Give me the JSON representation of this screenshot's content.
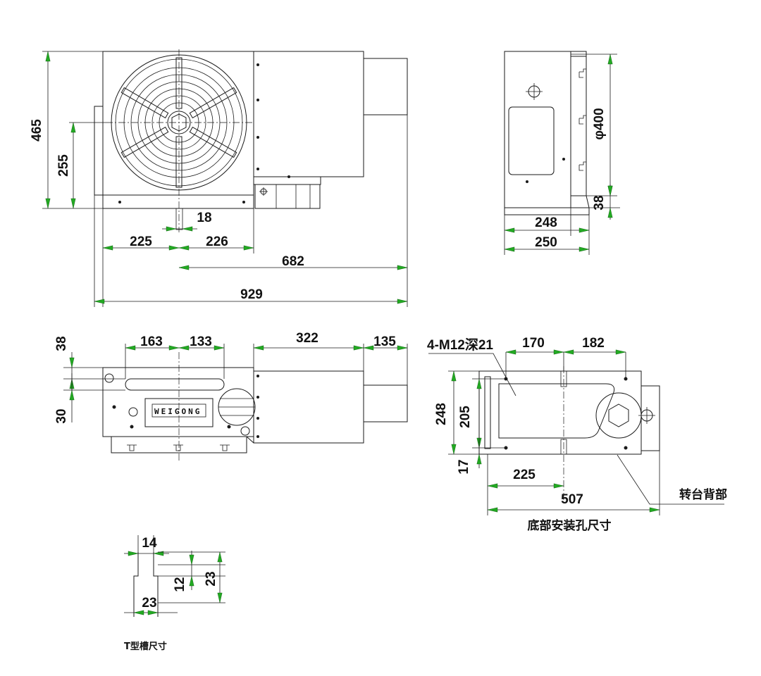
{
  "front_view": {
    "dims": {
      "height_total": "465",
      "center_height": "255",
      "slot_width": "18",
      "left_offset": "225",
      "right_offset": "226",
      "center_to_end": "682",
      "overall_length": "929"
    }
  },
  "side_view": {
    "dims": {
      "table_diameter": "φ400",
      "base_thickness": "38",
      "width_inner": "248",
      "width_outer": "250"
    }
  },
  "top_view": {
    "dims": {
      "slot_offset_top": "38",
      "slot_offset_bottom": "30",
      "seg_a": "163",
      "seg_b": "133",
      "motor_length": "322",
      "motor_end": "135"
    },
    "brand_plate": "WEIGONG"
  },
  "base_view": {
    "dims": {
      "hole_spec": "4-M12深21",
      "spacing_left": "170",
      "spacing_right": "182",
      "height_outer": "248",
      "height_inner": "205",
      "edge_offset": "17",
      "hole_offset": "225",
      "overall": "507"
    },
    "label_back": "转台背部",
    "caption": "底部安装孔尺寸"
  },
  "tslot_view": {
    "dims": {
      "top_width": "14",
      "depth": "12",
      "total_depth": "23",
      "bottom_width": "23"
    },
    "caption": "T型槽尺寸"
  },
  "colors": {
    "line": "#1a1a1a",
    "arrow_fill": "#22aa22",
    "text": "#111111",
    "background": "#ffffff"
  }
}
